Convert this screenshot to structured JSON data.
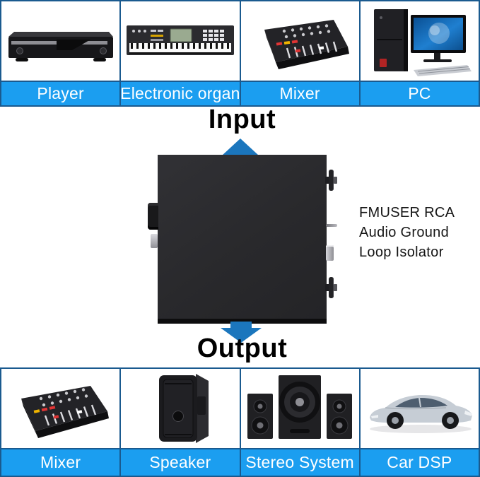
{
  "product": {
    "name_lines": [
      "FMUSER RCA",
      "Audio Ground",
      "Loop Isolator"
    ]
  },
  "flow": {
    "input_label": "Input",
    "output_label": "Output"
  },
  "input_devices": [
    {
      "label": "Player",
      "icon": "player-icon"
    },
    {
      "label": "Electronic organ",
      "icon": "electronic-organ-icon"
    },
    {
      "label": "Mixer",
      "icon": "mixer-icon"
    },
    {
      "label": "PC",
      "icon": "pc-icon"
    }
  ],
  "output_devices": [
    {
      "label": "Mixer",
      "icon": "mixer-icon"
    },
    {
      "label": "Speaker",
      "icon": "speaker-icon"
    },
    {
      "label": "Stereo System",
      "icon": "stereo-system-icon"
    },
    {
      "label": "Car DSP",
      "icon": "car-dsp-icon"
    }
  ],
  "colors": {
    "label_bar_blue": "#1b9ef0",
    "grid_border_blue": "#1a5a8f",
    "arrow_blue": "#1b76bd",
    "device_box_dark": "#29292c",
    "label_text_white": "#ffffff",
    "text_black": "#000000"
  }
}
